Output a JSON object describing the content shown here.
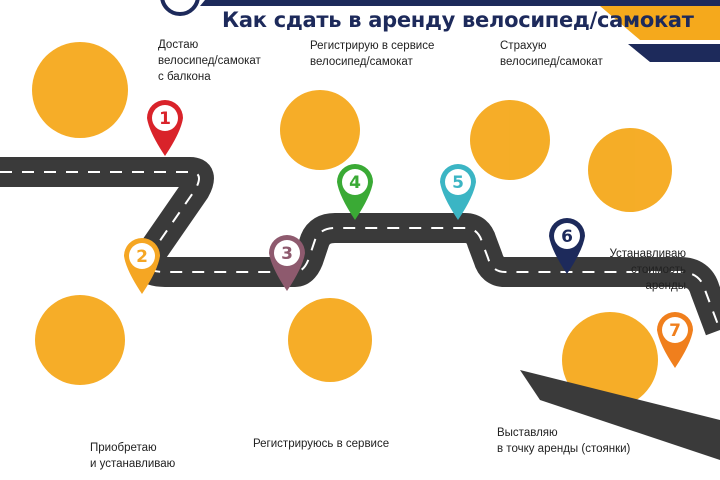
{
  "header": {
    "title": "Как сдать в аренду велосипед/самокат"
  },
  "colors": {
    "navy": "#1d2a5b",
    "yellow": "#f5a91c",
    "road": "#3a3a3a"
  },
  "steps": [
    {
      "num": "1",
      "label": "Достаю\nвелосипед/самокат\nс балкона",
      "color": "#d9232a"
    },
    {
      "num": "2",
      "label": "Приобретаю\nи устанавливаю",
      "color": "#f5a623"
    },
    {
      "num": "3",
      "label": "Регистрируюсь в сервисе",
      "color": "#8e5a6e"
    },
    {
      "num": "4",
      "label": "Регистрирую в сервисе\nвелосипед/самокат",
      "color": "#3aaa35"
    },
    {
      "num": "5",
      "label": "Страхую\nвелосипед/самокат",
      "color": "#3bb5c4"
    },
    {
      "num": "6",
      "label": "Устанавливаю\nстоимость\nаренды",
      "color": "#1d2a5b"
    },
    {
      "num": "7",
      "label": "Выставляю\nв точку аренды (стоянки)",
      "color": "#f07f1d"
    }
  ]
}
